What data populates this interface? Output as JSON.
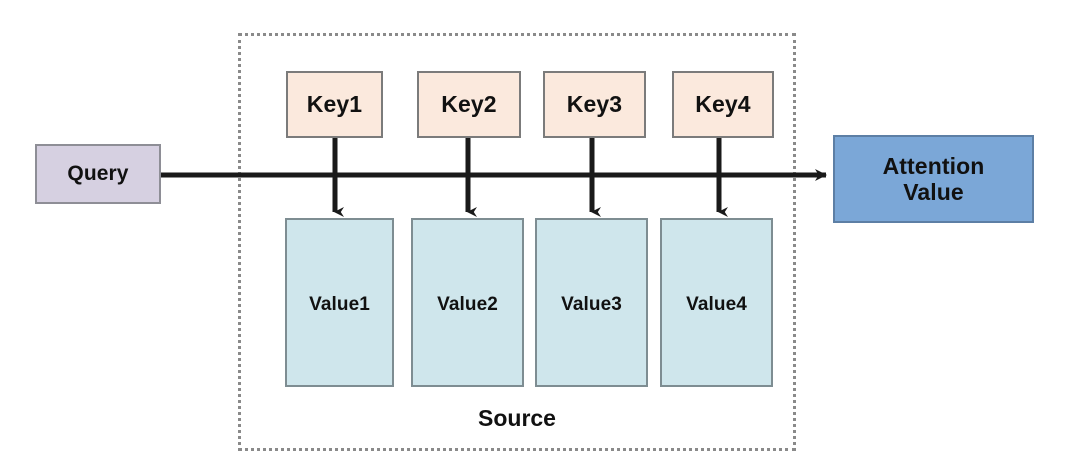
{
  "diagram": {
    "title": "Attention mechanism Query-Key-Value diagram",
    "source_label": "Source",
    "query": {
      "label": "Query",
      "fill": "#d6d0e1",
      "border": "#8e8e96"
    },
    "attention_value": {
      "line1": "Attention",
      "line2": "Value",
      "fill": "#7ba7d7",
      "border": "#5d7fa5"
    },
    "keys": [
      {
        "label": "Key1"
      },
      {
        "label": "Key2"
      },
      {
        "label": "Key3"
      },
      {
        "label": "Key4"
      }
    ],
    "values": [
      {
        "label": "Value1"
      },
      {
        "label": "Value2"
      },
      {
        "label": "Value3"
      },
      {
        "label": "Value4"
      }
    ],
    "colors": {
      "key_fill": "#fbe9dd",
      "key_border": "#7b7b7b",
      "value_fill": "#cfe6ec",
      "value_border": "#7e8d92",
      "source_border": "#8a8a8a",
      "connector": "#1a1a1a",
      "background": "#ffffff"
    }
  }
}
